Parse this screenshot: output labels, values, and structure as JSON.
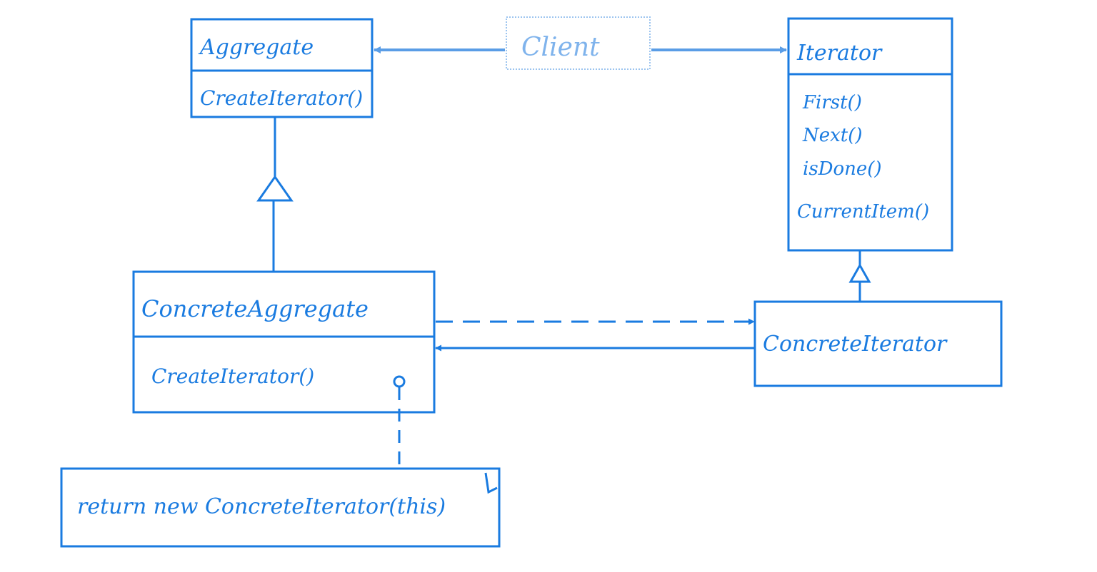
{
  "colors": {
    "stroke": "#1a7be0",
    "faded": "#7fb3ec",
    "background": "#ffffff"
  },
  "client": {
    "label": "Client"
  },
  "aggregate": {
    "name": "Aggregate",
    "methods": [
      "CreateIterator()"
    ]
  },
  "iterator": {
    "name": "Iterator",
    "methods": [
      "First()",
      "Next()",
      "isDone()",
      "CurrentItem()"
    ]
  },
  "concrete_aggregate": {
    "name": "ConcreteAggregate",
    "methods": [
      "CreateIterator()"
    ]
  },
  "concrete_iterator": {
    "name": "ConcreteIterator"
  },
  "note": {
    "text": "return new ConcreteIterator(this)"
  }
}
